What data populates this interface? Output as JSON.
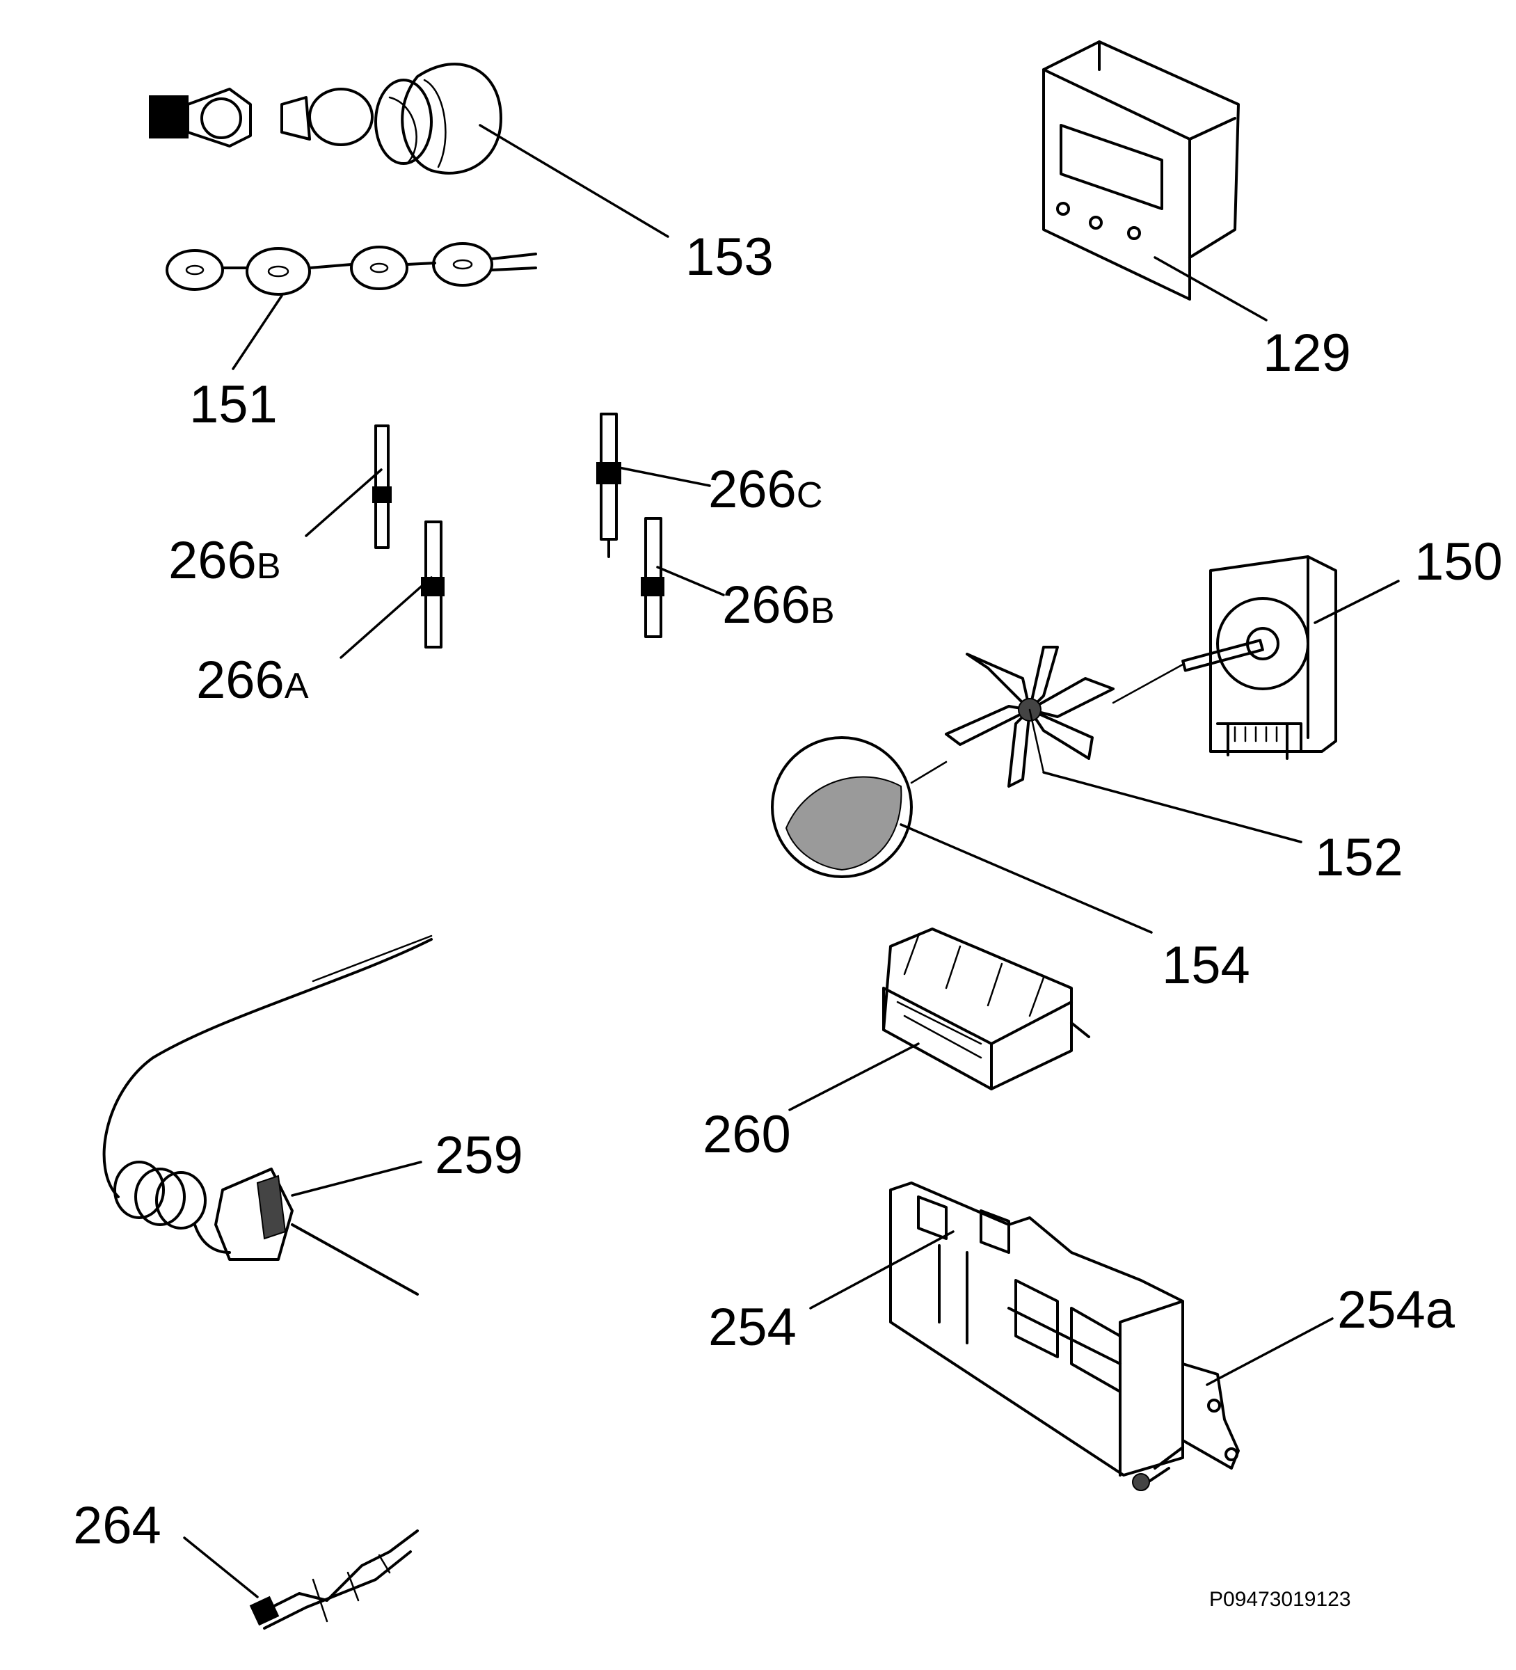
{
  "labels": {
    "p153": "153",
    "p151": "151",
    "p129": "129",
    "p266b_left_num": "266",
    "p266b_left_suffix": "B",
    "p266a_num": "266",
    "p266a_suffix": "A",
    "p266c_num": "266",
    "p266c_suffix": "C",
    "p266b_right_num": "266",
    "p266b_right_suffix": "B",
    "p150": "150",
    "p152": "152",
    "p154": "154",
    "p260": "260",
    "p259": "259",
    "p254": "254",
    "p254a": "254a",
    "p264": "264"
  },
  "drawing_code": "P09473019123"
}
